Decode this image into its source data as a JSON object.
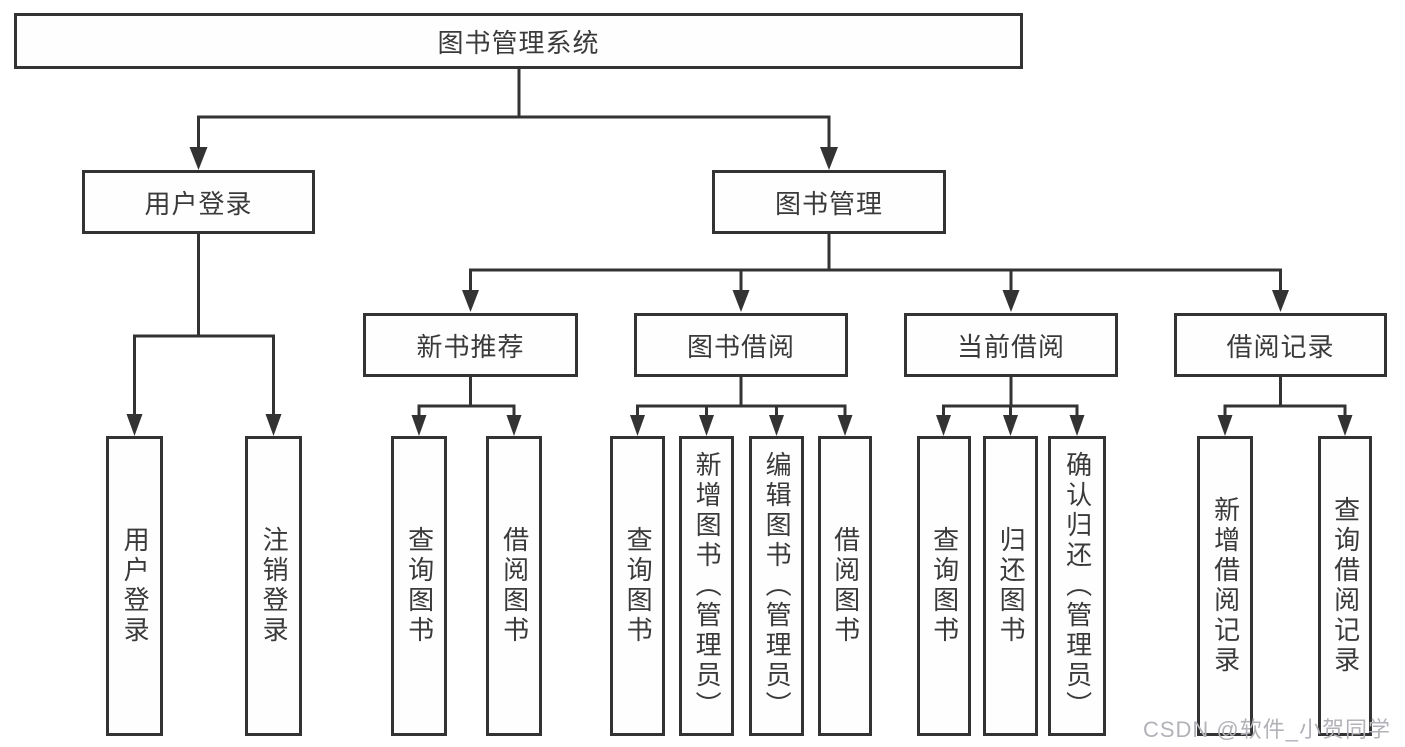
{
  "tree": {
    "root": {
      "label": "图书管理系统"
    },
    "branches": [
      {
        "label": "用户登录",
        "children": [
          {
            "label": "用户登录"
          },
          {
            "label": "注销登录"
          }
        ]
      },
      {
        "label": "图书管理",
        "children": [
          {
            "label": "新书推荐",
            "children": [
              {
                "label": "查询图书"
              },
              {
                "label": "借阅图书"
              }
            ]
          },
          {
            "label": "图书借阅",
            "children": [
              {
                "label": "查询图书"
              },
              {
                "label": "新增图书（管理员）"
              },
              {
                "label": "编辑图书（管理员）"
              },
              {
                "label": "借阅图书"
              }
            ]
          },
          {
            "label": "当前借阅",
            "children": [
              {
                "label": "查询图书"
              },
              {
                "label": "归还图书"
              },
              {
                "label": "确认归还（管理员）"
              }
            ]
          },
          {
            "label": "借阅记录",
            "children": [
              {
                "label": "新增借阅记录"
              },
              {
                "label": "查询借阅记录"
              }
            ]
          }
        ]
      }
    ]
  },
  "watermark": {
    "text": "CSDN @软件_小贺同学"
  },
  "colors": {
    "line": "#333333",
    "text": "#3a3a3a",
    "watermark": "#b2b2b8",
    "background": "#ffffff"
  }
}
